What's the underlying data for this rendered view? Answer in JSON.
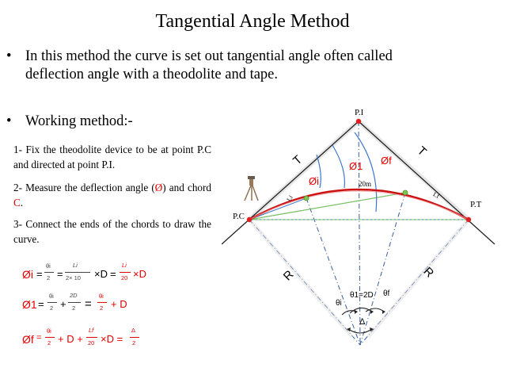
{
  "slide": {
    "title": "Tangential Angle Method",
    "bullets": [
      {
        "symbol": "•",
        "line1": "In this method the curve is set out tangential angle often called",
        "line2": "deflection angle with a theodolite and tape."
      },
      {
        "symbol": "•",
        "line1": "Working method:-"
      }
    ],
    "steps": [
      {
        "text": "1- Fix the theodolite device to be at point P.C and directed at point P.I."
      },
      {
        "before": "2- Measure the deflection angle (",
        "symbol": "Ø",
        "middle": ") and chord ",
        "chord": "C",
        "after": "."
      },
      {
        "text": "3- Connect the ends of the chords to draw the curve."
      }
    ]
  },
  "formulas": {
    "f1": {
      "lhs": "Øi",
      "eq": "=",
      "n1": "θi",
      "d1": "2",
      "n2": "Li",
      "d2": "2× 10",
      "times_d": "×D",
      "n3": "Li",
      "d3": "20",
      "times_red": "×D"
    },
    "f2": {
      "lhs": "Ø1",
      "eq": "=",
      "n1": "θi",
      "d1": "2",
      "plus": "+",
      "n2": "2D",
      "d2": "2",
      "eq2": "=",
      "n3": "θi",
      "d3": "2",
      "tail": "+ D"
    },
    "f3": {
      "lhs": "Øf",
      "eq": "=",
      "n1": "θi",
      "d1": "2",
      "mid": "+ D +",
      "n2": "Lf",
      "d2": "20",
      "times_d": "×D =",
      "n3": "Δ",
      "d3": "2"
    }
  },
  "diagram": {
    "labels": {
      "pi": "P.I",
      "pc": "P.C",
      "pt": "P.T",
      "t_left": "T",
      "t_right": "T",
      "r_left": "R",
      "r_right": "R",
      "phi_i": "Øi",
      "phi_1": "Ø1",
      "phi_f": "Øf",
      "chord": "20m",
      "li": "Li",
      "lf": "Lf",
      "theta_1": "θ1=2D",
      "theta_i": "θi",
      "theta_f": "θf",
      "delta": "Δ"
    },
    "colors": {
      "curve": "#cc1111",
      "point": "#e02020",
      "chord": "#7ec850",
      "angle": "#3a78c8",
      "line": "#222222",
      "radius": "#3a5f9a"
    }
  }
}
